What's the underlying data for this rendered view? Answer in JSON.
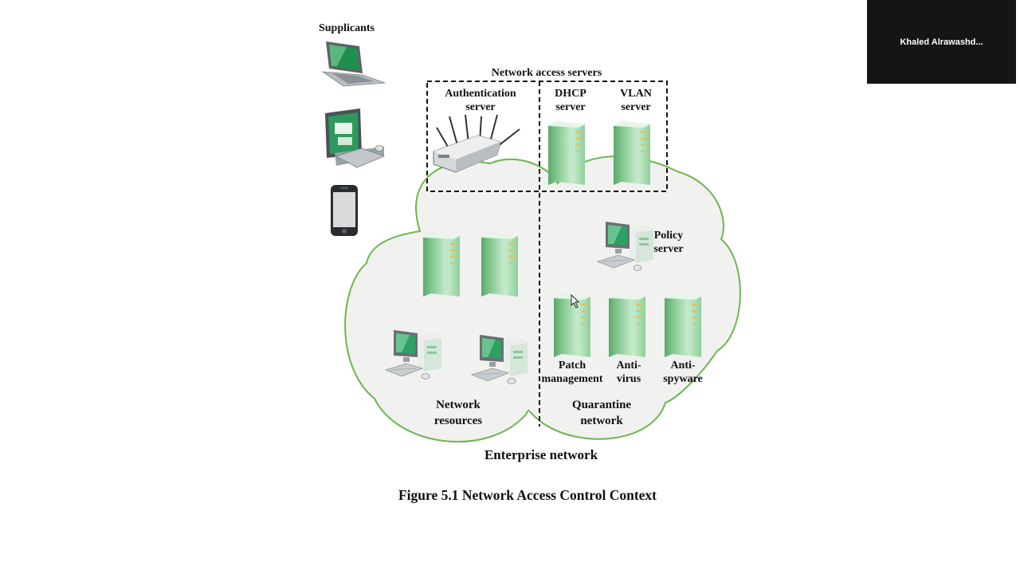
{
  "diagram": {
    "supplicants_label": "Supplicants",
    "nas_label": "Network access servers",
    "auth_server": [
      "Authentication",
      "server"
    ],
    "dhcp_server": [
      "DHCP",
      "server"
    ],
    "vlan_server": [
      "VLAN",
      "server"
    ],
    "policy_server": [
      "Policy",
      "server"
    ],
    "patch_management": [
      "Patch",
      "management"
    ],
    "anti_virus": [
      "Anti-",
      "virus"
    ],
    "anti_spyware": [
      "Anti-",
      "spyware"
    ],
    "network_resources": [
      "Network",
      "resources"
    ],
    "quarantine_network": [
      "Quarantine",
      "network"
    ],
    "enterprise_network": "Enterprise network",
    "caption": "Figure 5.1  Network Access Control Context"
  },
  "video_tile": {
    "participant_name": "Khaled  Alrawashd..."
  },
  "colors": {
    "cloud_outline": "#6db651",
    "cloud_fill": "#f1f1f0",
    "server_green": "#9fd6a6",
    "video_bg": "#151515"
  },
  "icons": [
    "laptop-icon",
    "desktop-computer-icon",
    "smartphone-icon",
    "wireless-router-icon",
    "server-tower-icon",
    "workstation-icon",
    "mouse-cursor-icon"
  ]
}
